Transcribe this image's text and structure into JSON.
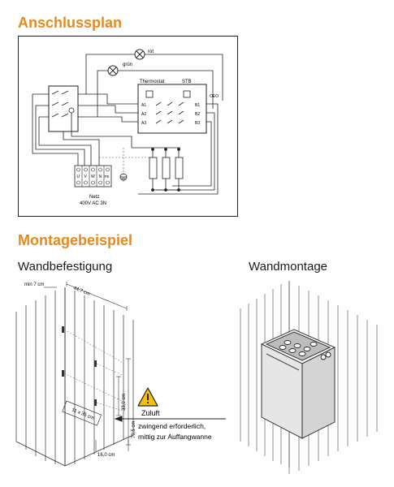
{
  "headings": {
    "wiring": "Anschlussplan",
    "mounting": "Montagebeispiel"
  },
  "wiring_diagram": {
    "lamp_red": "rot",
    "lamp_green": "grün",
    "thermostat": "Thermostat",
    "stb": "STB",
    "oeo": "OEO",
    "terminals_left": [
      "A1",
      "A2",
      "A3"
    ],
    "terminals_right": [
      "B1",
      "B2",
      "B3"
    ],
    "mains_terminals": [
      "U",
      "V",
      "W",
      "N",
      "PE"
    ],
    "mains_label": "Netz",
    "mains_spec": "400V AC 3N"
  },
  "wall_fixing": {
    "title": "Wandbefestigung",
    "min_label": "min 7 cm",
    "dim_width": "44,7 cm",
    "dim_33": "33,0 cm",
    "dim_70": "70,5 cm",
    "dim_slot": "11 x 35 cm",
    "dim_16": "16,0 cm",
    "supply_label": "Zuluft",
    "supply_note_1": "zwingend erforderlich,",
    "supply_note_2": "mittig zur Auffangwanne"
  },
  "wall_mount": {
    "title": "Wandmontage"
  },
  "colors": {
    "heading": "#e8891a",
    "warning": "#f2c200"
  }
}
